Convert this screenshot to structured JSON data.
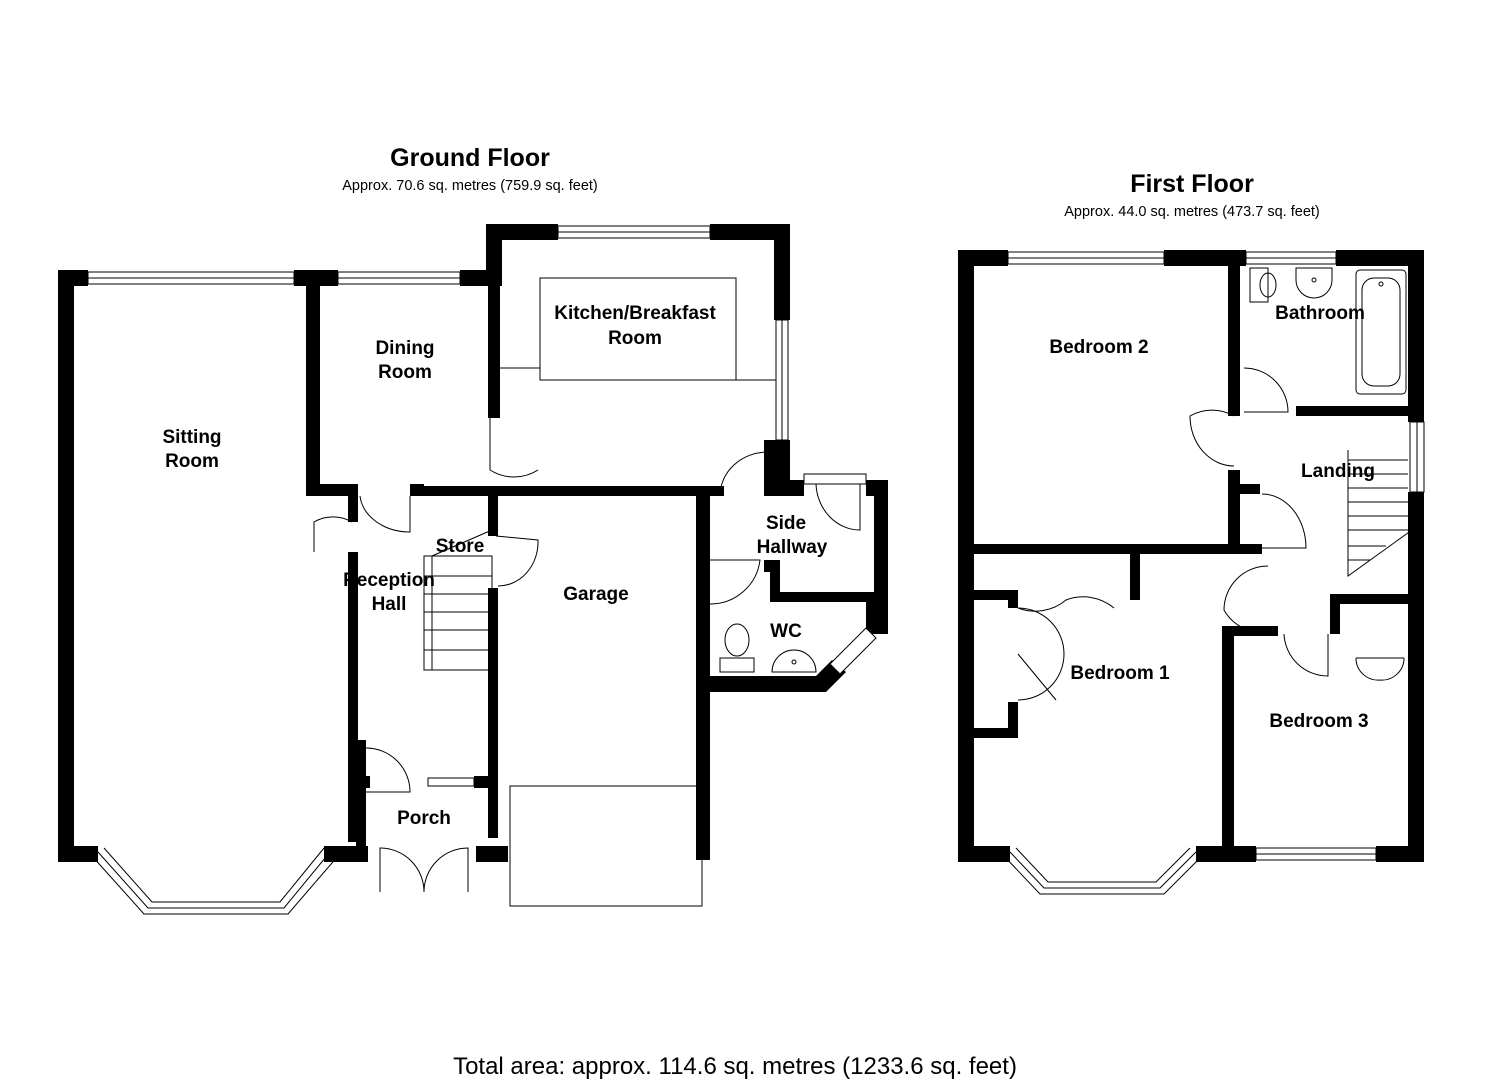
{
  "ground_floor": {
    "title": "Ground Floor",
    "area": "Approx. 70.6 sq. metres (759.9 sq. feet)",
    "rooms": {
      "sitting_room": [
        "Sitting",
        "Room"
      ],
      "dining_room": [
        "Dining",
        "Room"
      ],
      "kitchen": [
        "Kitchen/Breakfast",
        "Room"
      ],
      "store": [
        "Store"
      ],
      "reception_hall": [
        "Reception",
        "Hall"
      ],
      "garage": [
        "Garage"
      ],
      "side_hallway": [
        "Side",
        "Hallway"
      ],
      "wc": [
        "WC"
      ],
      "porch": [
        "Porch"
      ]
    }
  },
  "first_floor": {
    "title": "First Floor",
    "area": "Approx. 44.0 sq. metres (473.7 sq. feet)",
    "rooms": {
      "bedroom_2": [
        "Bedroom 2"
      ],
      "bathroom": [
        "Bathroom"
      ],
      "landing": [
        "Landing"
      ],
      "bedroom_1": [
        "Bedroom 1"
      ],
      "bedroom_3": [
        "Bedroom 3"
      ]
    }
  },
  "total_area": "Total area: approx. 114.6 sq. metres (1233.6 sq. feet)"
}
